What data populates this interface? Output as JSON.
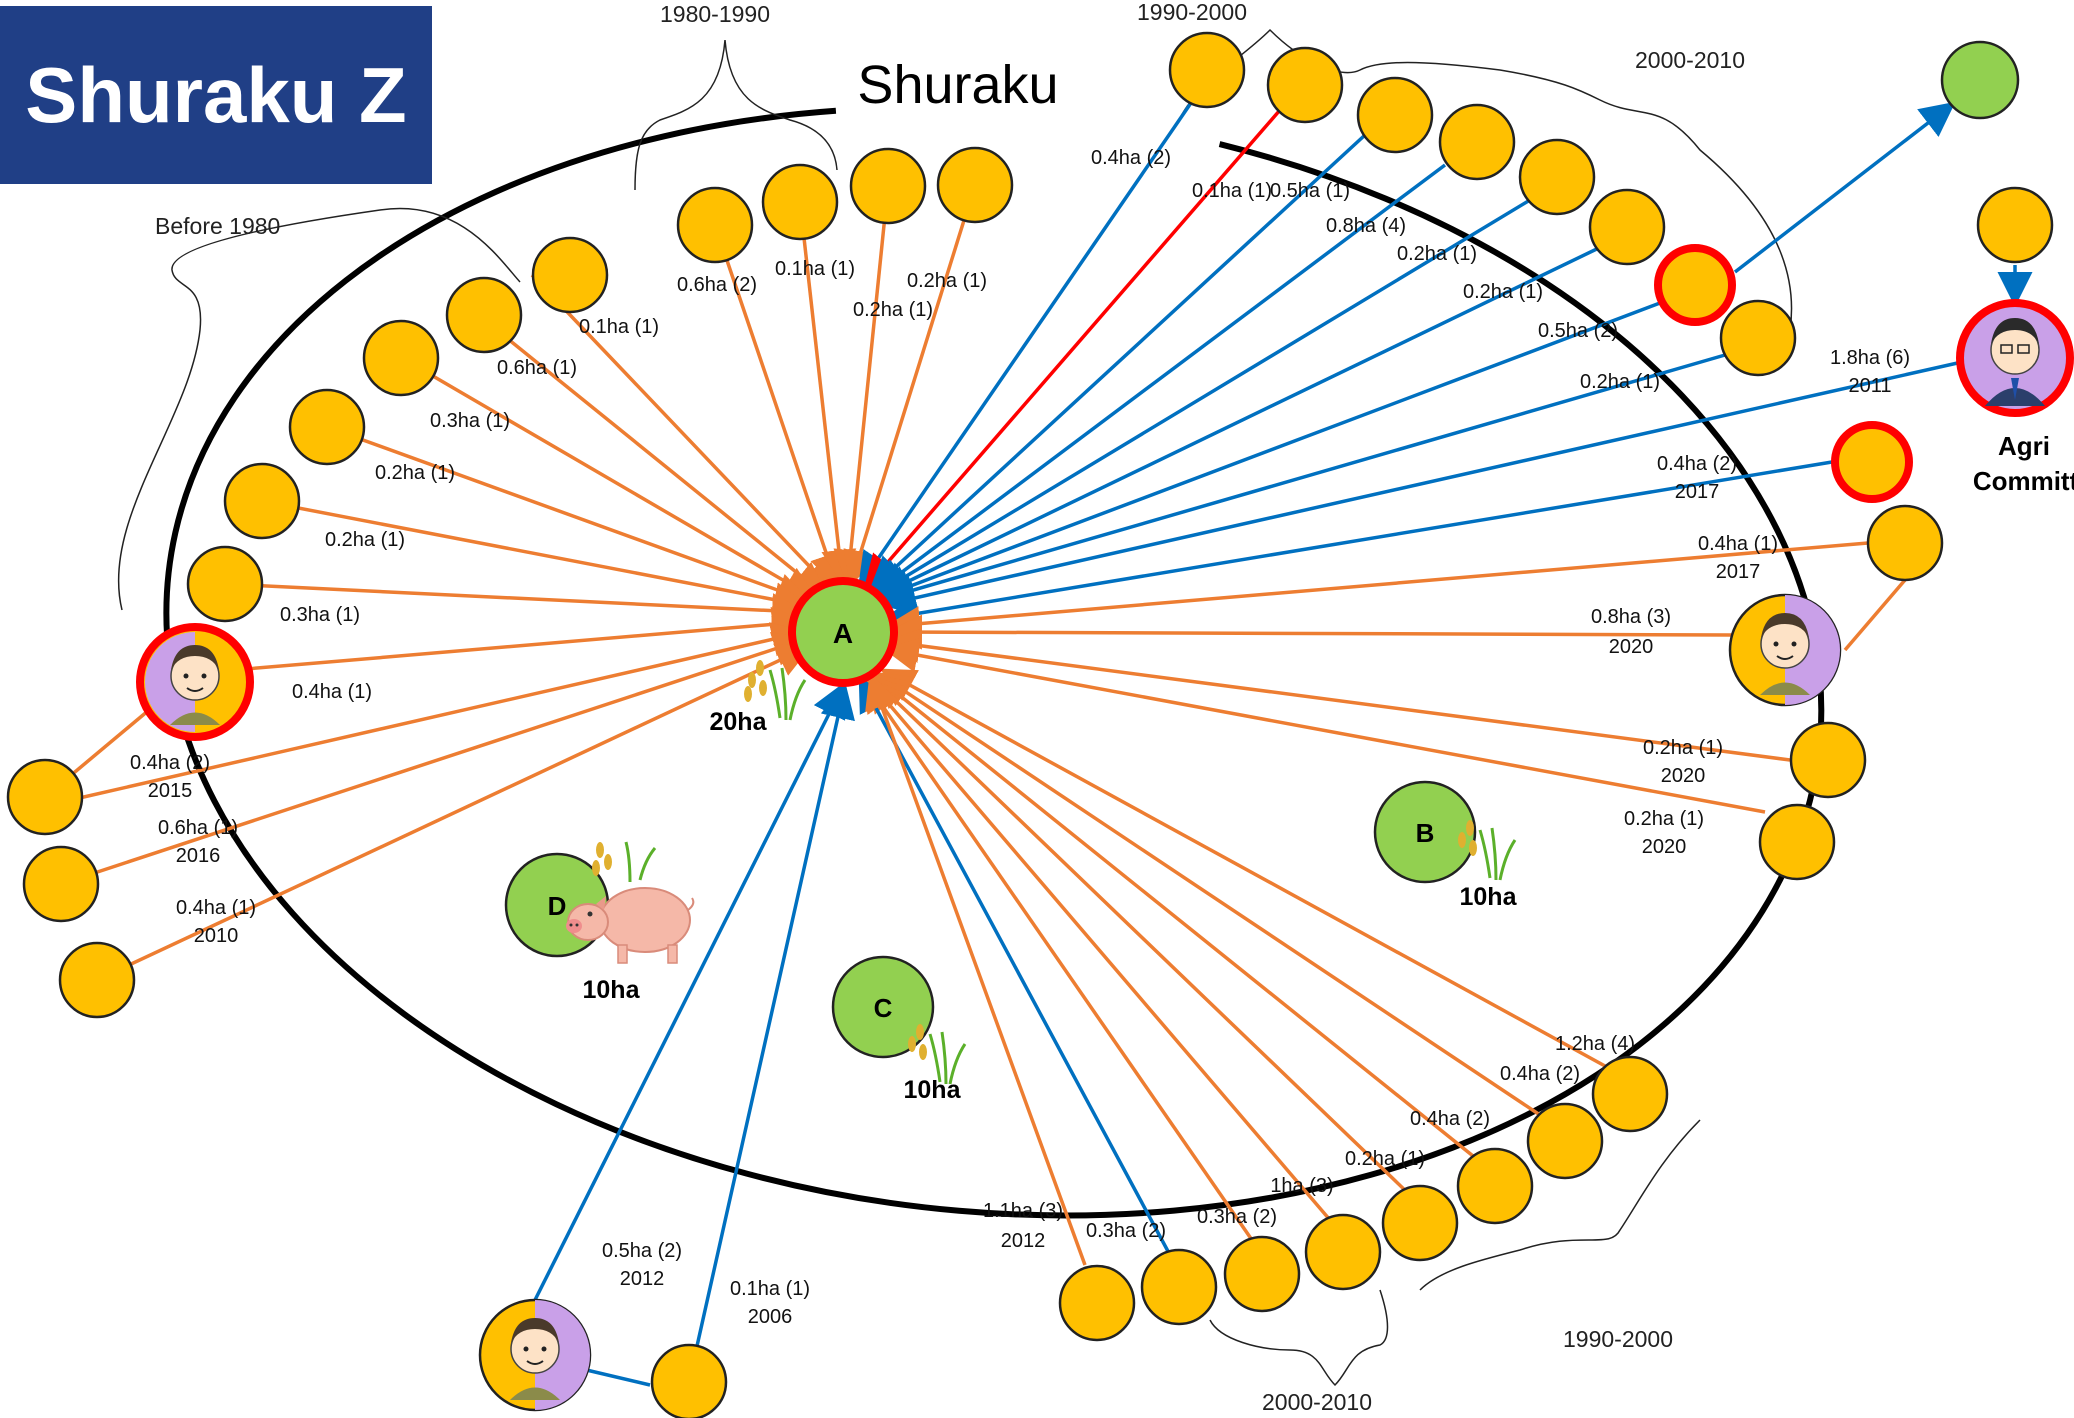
{
  "title": "Shuraku Z",
  "ring_label": "Shuraku",
  "period_labels": {
    "before_1980": "Before 1980",
    "p1980_1990": "1980-1990",
    "p1990_2000_top": "1990-2000",
    "p2000_2010_top": "2000-2010",
    "p1990_2000_bottom": "1990-2000",
    "p2000_2010_bottom": "2000-2010"
  },
  "farmers": {
    "A": {
      "label": "A",
      "area": "20ha"
    },
    "B": {
      "label": "B",
      "area": "10ha"
    },
    "C": {
      "label": "C",
      "area": "10ha"
    },
    "D": {
      "label": "D",
      "area": "10ha"
    }
  },
  "agri_committee": [
    "Agri",
    "Committee"
  ],
  "edge_labels": {
    "e1": "0.1ha (1)",
    "e2": "0.6ha (1)",
    "e3": "0.3ha (1)",
    "e4": "0.2ha (1)",
    "e5": "0.2ha (1)",
    "e6": "0.3ha (1)",
    "e7": "0.4ha (1)",
    "e8": "0.4ha (2)",
    "e8y": "2015",
    "e9": "0.6ha (1)",
    "e9y": "2016",
    "e10": "0.4ha (1)",
    "e10y": "2010",
    "e11": "0.6ha (2)",
    "e12": "0.1ha (1)",
    "e13": "0.2ha (1)",
    "e14": "0.2ha (1)",
    "e15": "0.4ha (2)",
    "e16": "0.1ha (1)",
    "e17": "0.5ha (1)",
    "e18": "0.8ha (4)",
    "e19": "0.2ha (1)",
    "e20": "0.2ha (1)",
    "e21": "0.5ha (2)",
    "e22": "0.2ha (1)",
    "e23": "1.8ha (6)",
    "e23y": "2011",
    "e24": "0.4ha (2)",
    "e24y": "2017",
    "e25": "0.4ha (1)",
    "e25y": "2017",
    "e26": "0.8ha (3)",
    "e26y": "2020",
    "e27": "0.2ha (1)",
    "e27y": "2020",
    "e28": "0.2ha (1)",
    "e28y": "2020",
    "e29": "1.2ha (4)",
    "e30": "0.4ha (2)",
    "e31": "0.4ha (2)",
    "e32": "0.2ha (1)",
    "e33": "1ha (3)",
    "e34": "0.3ha (2)",
    "e35": "0.3ha (2)",
    "e36": "1.1ha (3)",
    "e36y": "2012",
    "e37": "0.5ha (2)",
    "e37y": "2012",
    "e38": "0.1ha (1)",
    "e38y": "2006"
  },
  "colors": {
    "title_bg": "#203f86",
    "landowner": "#ffc000",
    "farmer": "#92d050",
    "orange_flow": "#ed7d31",
    "blue_flow": "#0070c0",
    "red_flow": "#ff0000",
    "highlight_ring": "#ff0000",
    "person_purple": "#c9a0e8"
  }
}
